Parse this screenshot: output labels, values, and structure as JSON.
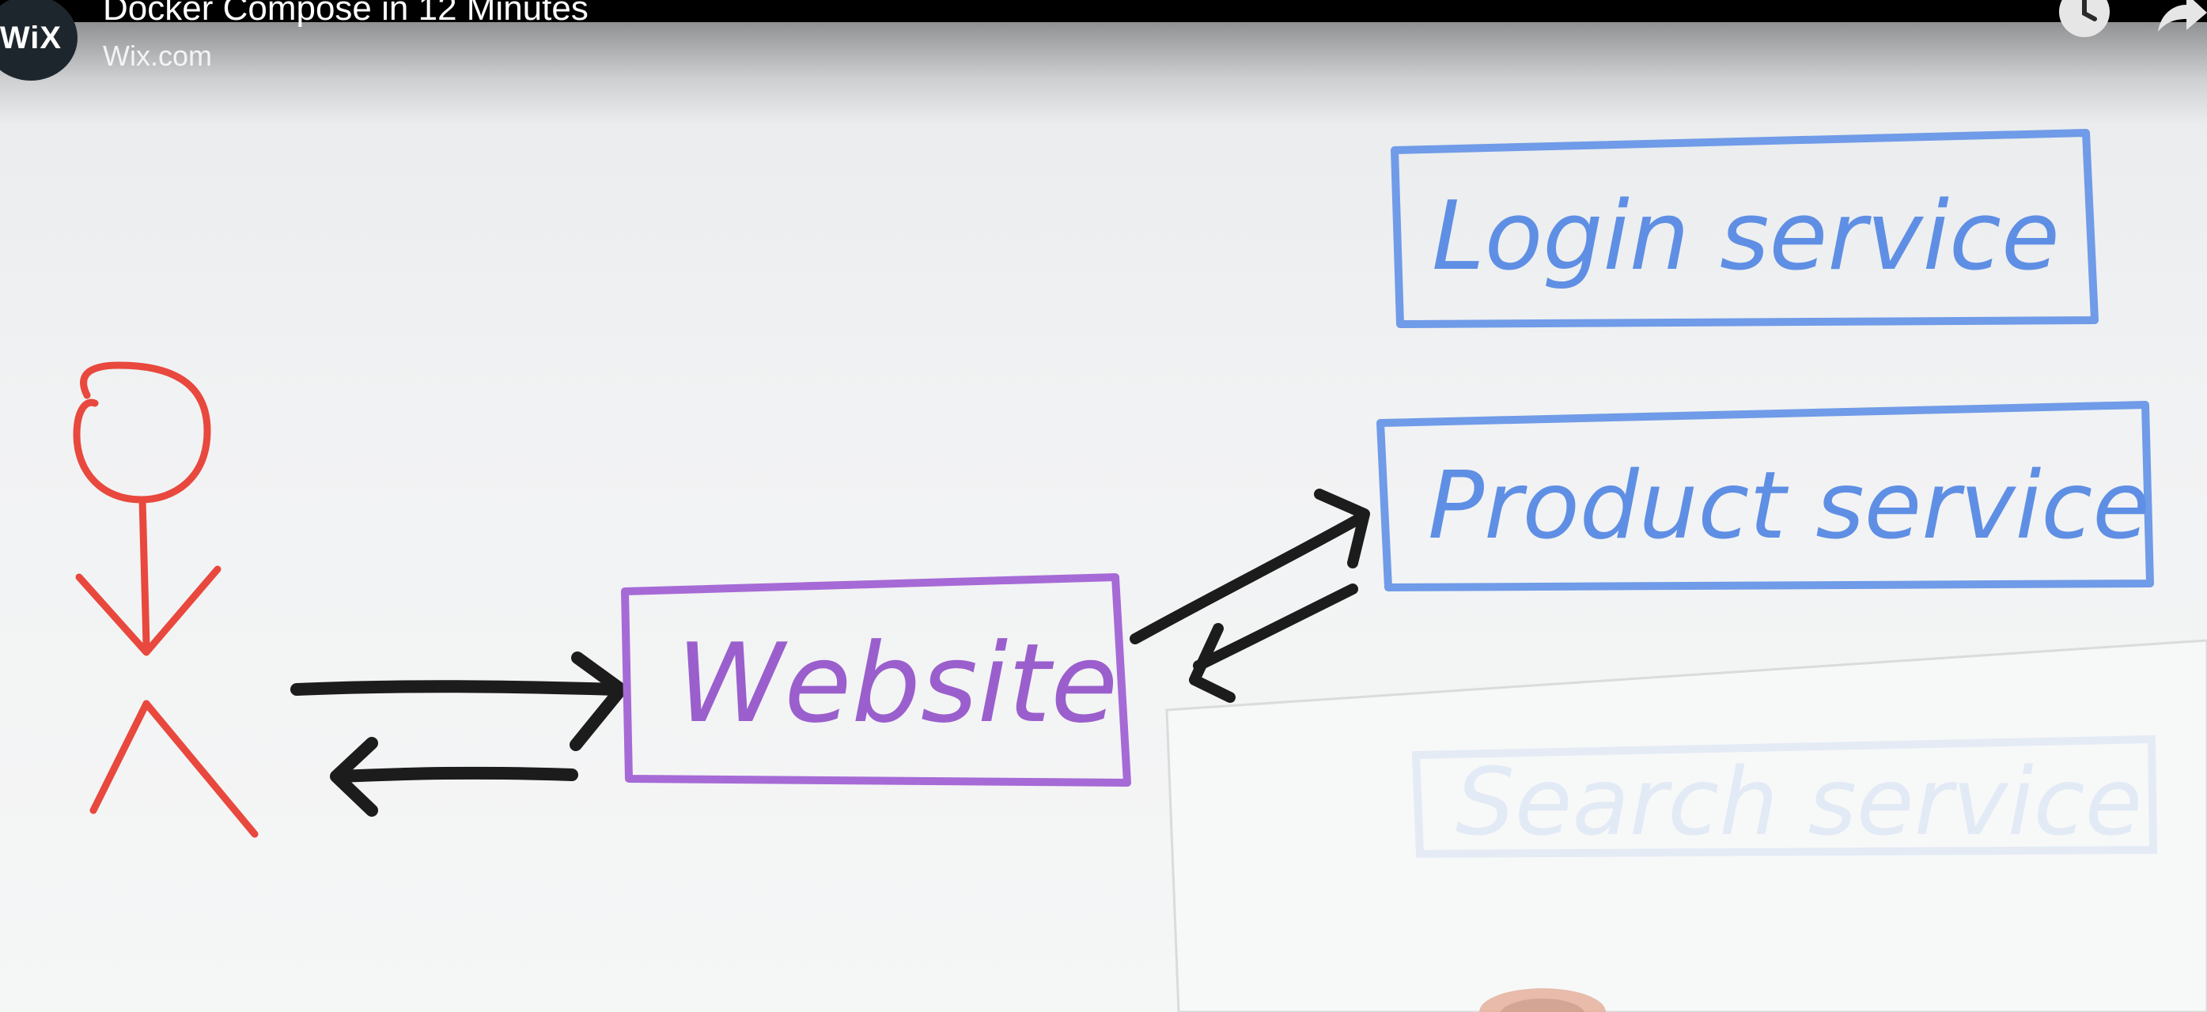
{
  "player": {
    "title": "Docker Compose in 12 Minutes",
    "channel_name": "Wix.com",
    "avatar_text": "WiX"
  },
  "controls": {
    "watch_later_icon": "clock-icon",
    "share_icon": "share-arrow-icon"
  },
  "whiteboard": {
    "user_figure": "stick-figure",
    "website_label": "Website",
    "services": [
      {
        "label": "Login service"
      },
      {
        "label": "Product service"
      },
      {
        "label": "Search service"
      }
    ],
    "colors": {
      "figure": "#e8483d",
      "website": "#a66ad6",
      "services": "#6f9be8",
      "arrows": "#1c1c1c"
    }
  }
}
